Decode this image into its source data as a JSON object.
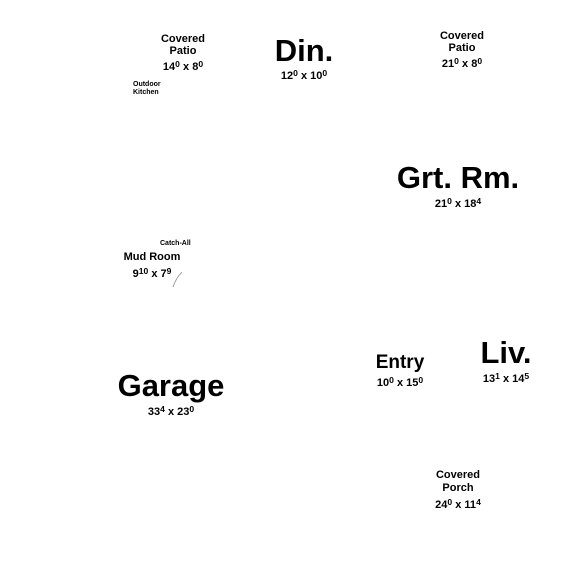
{
  "rooms": {
    "covered_patio_left": {
      "name": "Covered Patio",
      "name_lines": [
        "Covered",
        "Patio"
      ],
      "w": "14",
      "w_in": "0",
      "h": "8",
      "h_in": "0"
    },
    "outdoor_kitchen": {
      "label": "Outdoor\nKitchen"
    },
    "dining": {
      "name": "Din.",
      "w": "12",
      "w_in": "0",
      "h": "10",
      "h_in": "0"
    },
    "covered_patio_right": {
      "name": "Covered Patio",
      "name_lines": [
        "Covered",
        "Patio"
      ],
      "w": "21",
      "w_in": "0",
      "h": "8",
      "h_in": "0"
    },
    "great_room": {
      "name": "Grt. Rm.",
      "w": "21",
      "w_in": "0",
      "h": "18",
      "h_in": "4"
    },
    "catch_all": {
      "label": "Catch-All"
    },
    "mud_room": {
      "name": "Mud Room",
      "w": "9",
      "w_in": "10",
      "h": "7",
      "h_in": "9"
    },
    "garage": {
      "name": "Garage",
      "w": "33",
      "w_in": "4",
      "h": "23",
      "h_in": "0"
    },
    "entry": {
      "name": "Entry",
      "w": "10",
      "w_in": "0",
      "h": "15",
      "h_in": "0"
    },
    "living": {
      "name": "Liv.",
      "w": "13",
      "w_in": "1",
      "h": "14",
      "h_in": "5"
    },
    "covered_porch": {
      "name": "Covered Porch",
      "name_lines": [
        "Covered",
        "Porch"
      ],
      "w": "24",
      "w_in": "0",
      "h": "11",
      "h_in": "4"
    }
  },
  "dimension_separator": "x"
}
